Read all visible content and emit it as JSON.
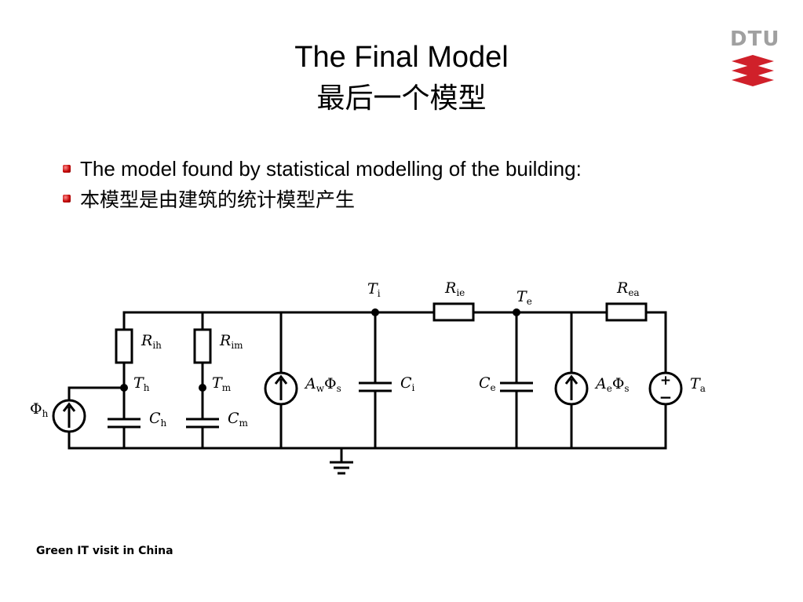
{
  "slide": {
    "title": "The Final Model",
    "subtitle": "最后一个模型",
    "logo_text": "DTU",
    "bullets": [
      "The model found by statistical modelling of the building:",
      "本模型是由建筑的统计模型产生"
    ],
    "footer": "Green IT visit in China"
  },
  "circuit": {
    "nodes": {
      "Ti": {
        "main": "T",
        "sub": "i"
      },
      "Te": {
        "main": "T",
        "sub": "e"
      },
      "Th": {
        "main": "T",
        "sub": "h"
      },
      "Tm": {
        "main": "T",
        "sub": "m"
      },
      "Ta": {
        "main": "T",
        "sub": "a"
      }
    },
    "resistors": {
      "Rih": {
        "main": "R",
        "sub": "ih"
      },
      "Rim": {
        "main": "R",
        "sub": "im"
      },
      "Rie": {
        "main": "R",
        "sub": "ie"
      },
      "Rea": {
        "main": "R",
        "sub": "ea"
      }
    },
    "capacitors": {
      "Ch": {
        "main": "C",
        "sub": "h"
      },
      "Cm": {
        "main": "C",
        "sub": "m"
      },
      "Ci": {
        "main": "C",
        "sub": "i"
      },
      "Ce": {
        "main": "C",
        "sub": "e"
      }
    },
    "sources": {
      "phi_h": {
        "main": "Φ",
        "sub": "h"
      },
      "aw": {
        "a": "A",
        "a_sub": "w",
        "phi": "Φ",
        "phi_sub": "s"
      },
      "ae": {
        "a": "A",
        "a_sub": "e",
        "phi": "Φ",
        "phi_sub": "s"
      },
      "voltage_plus": "+",
      "voltage_minus": "−"
    }
  },
  "colors": {
    "bullet": "#c00000",
    "logo_gray": "#a0a0a0",
    "logo_red": "#d0202a"
  }
}
